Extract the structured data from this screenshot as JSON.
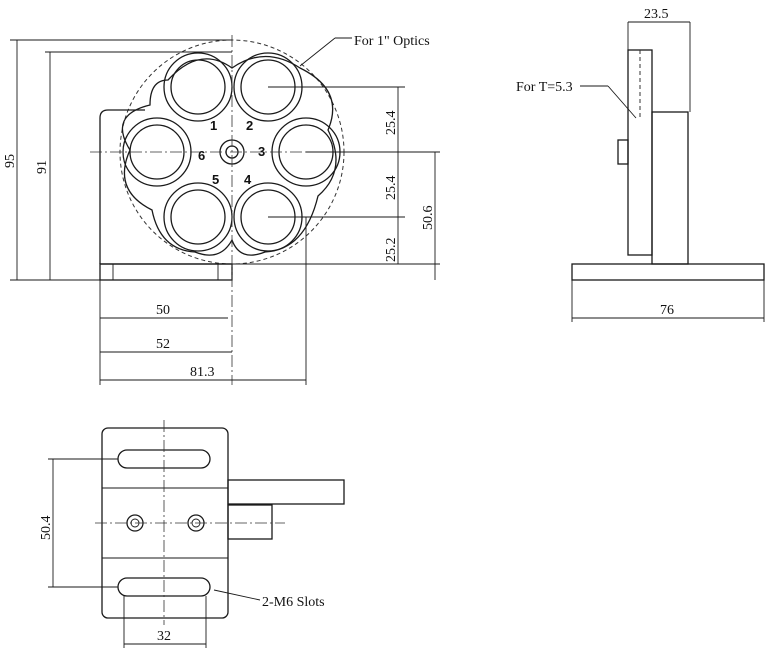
{
  "front_view": {
    "dims": {
      "d95": "95",
      "d91": "91",
      "d25_4_upper": "25.4",
      "d25_4_lower": "25.4",
      "d25_2": "25.2",
      "d50_6": "50.6",
      "d50": "50",
      "d52": "52",
      "d81_3": "81.3"
    },
    "callout_optics": "For 1\" Optics",
    "position_numbers": [
      "1",
      "2",
      "3",
      "4",
      "5",
      "6"
    ]
  },
  "side_view": {
    "dims": {
      "d23_5": "23.5",
      "d76": "76"
    },
    "callout_thickness": "For T=5.3"
  },
  "top_view": {
    "dims": {
      "d50_4": "50.4",
      "d32": "32"
    },
    "callout_slots": "2-M6 Slots"
  }
}
